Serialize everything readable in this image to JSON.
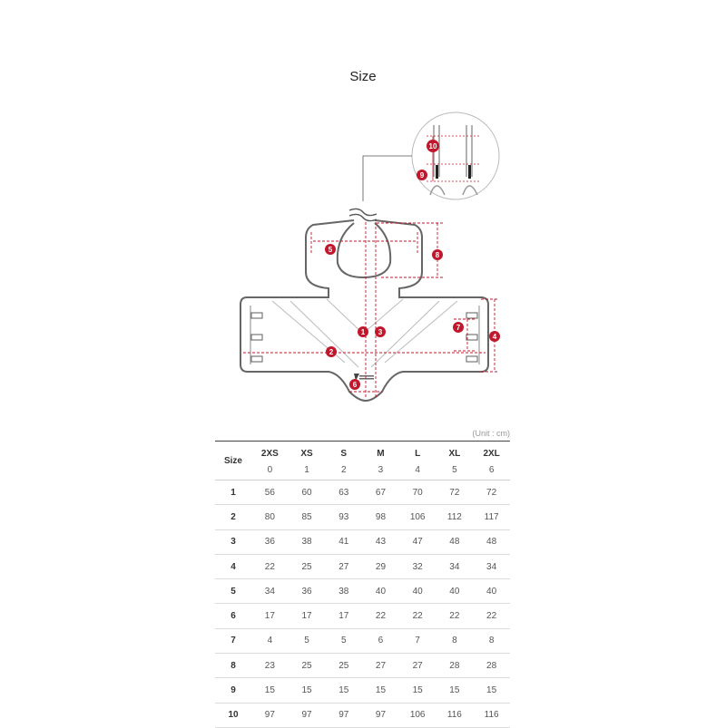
{
  "title": "Size",
  "unit_label": "(Unit : cm)",
  "table": {
    "corner": "Size",
    "columns": [
      {
        "name": "2XS",
        "num": "0"
      },
      {
        "name": "XS",
        "num": "1"
      },
      {
        "name": "S",
        "num": "2"
      },
      {
        "name": "M",
        "num": "3"
      },
      {
        "name": "L",
        "num": "4"
      },
      {
        "name": "XL",
        "num": "5"
      },
      {
        "name": "2XL",
        "num": "6"
      }
    ],
    "rows": [
      {
        "label": "1",
        "values": [
          "56",
          "60",
          "63",
          "67",
          "70",
          "72",
          "72"
        ]
      },
      {
        "label": "2",
        "values": [
          "80",
          "85",
          "93",
          "98",
          "106",
          "112",
          "117"
        ]
      },
      {
        "label": "3",
        "values": [
          "36",
          "38",
          "41",
          "43",
          "47",
          "48",
          "48"
        ]
      },
      {
        "label": "4",
        "values": [
          "22",
          "25",
          "27",
          "29",
          "32",
          "34",
          "34"
        ]
      },
      {
        "label": "5",
        "values": [
          "34",
          "36",
          "38",
          "40",
          "40",
          "40",
          "40"
        ]
      },
      {
        "label": "6",
        "values": [
          "17",
          "17",
          "17",
          "22",
          "22",
          "22",
          "22"
        ]
      },
      {
        "label": "7",
        "values": [
          "4",
          "5",
          "5",
          "6",
          "7",
          "8",
          "8"
        ]
      },
      {
        "label": "8",
        "values": [
          "23",
          "25",
          "25",
          "27",
          "27",
          "28",
          "28"
        ]
      },
      {
        "label": "9",
        "values": [
          "15",
          "15",
          "15",
          "15",
          "15",
          "15",
          "15"
        ]
      },
      {
        "label": "10",
        "values": [
          "97",
          "97",
          "97",
          "97",
          "106",
          "116",
          "116"
        ]
      }
    ]
  },
  "diagram": {
    "marker_color": "#c0172d",
    "markers": [
      "1",
      "2",
      "3",
      "4",
      "5",
      "6",
      "7",
      "8",
      "9",
      "10"
    ]
  }
}
